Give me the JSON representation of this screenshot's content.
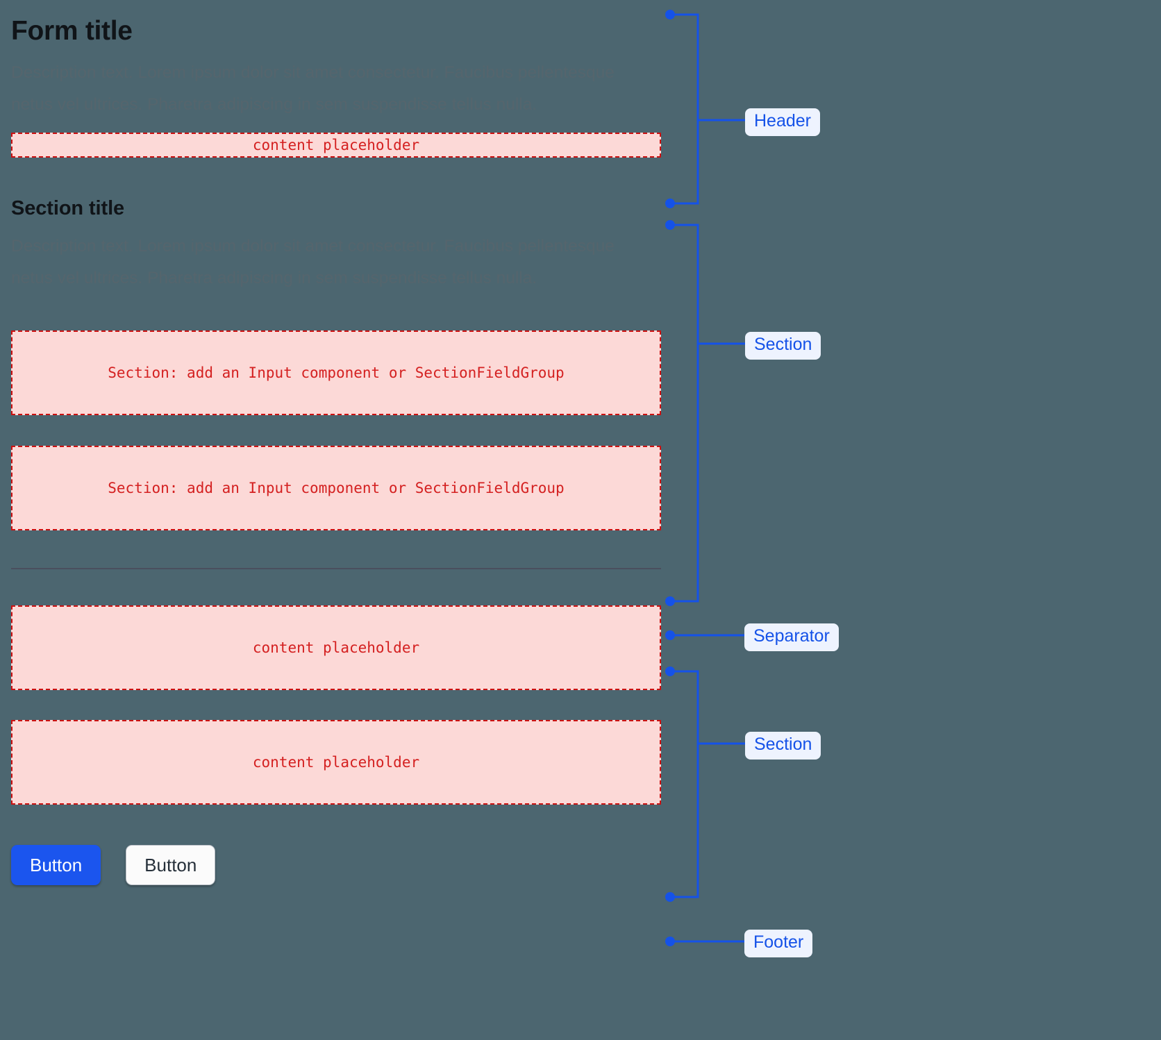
{
  "page": {
    "background_color": "#4c6670",
    "accent_color": "#1552e8",
    "placeholder_color": "#d42020",
    "placeholder_bg": "#fcd9d7"
  },
  "header": {
    "title": "Form title",
    "description": "Description text. Lorem ipsum dolor sit amet consectetur. Faucibus pellentesque netus vel ultrices. Pharetra adipiscing in sem suspendisse tellus nulla.",
    "placeholder": "content placeholder"
  },
  "section": {
    "title": "Section title",
    "description": "Description text. Lorem ipsum dolor sit amet consectetur. Faucibus pellentesque netus vel ultrices. Pharetra adipiscing in sem suspendisse tellus nulla.",
    "field_placeholder_1": "Section: add an Input component or SectionFieldGroup",
    "field_placeholder_2": "Section: add an Input component or SectionFieldGroup"
  },
  "section2": {
    "placeholder_1": "content placeholder",
    "placeholder_2": "content placeholder"
  },
  "footer": {
    "primary_button": "Button",
    "secondary_button": "Button"
  },
  "annotations": {
    "header": "Header",
    "section": "Section",
    "separator": "Separator",
    "section2": "Section",
    "footer": "Footer"
  }
}
